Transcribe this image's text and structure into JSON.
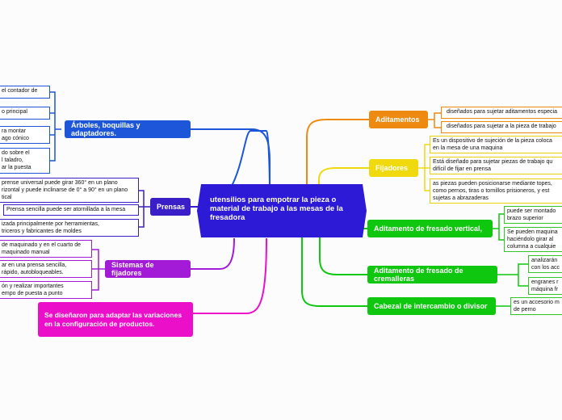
{
  "central": {
    "label": "utensilios para empotrar la pieza o material de trabajo a las mesas de la fresadora"
  },
  "left": {
    "arboles": {
      "label": "Árboles, boquillas y adaptadores.",
      "children": [
        "el contador de",
        "o principal",
        "ra montar\nago cónico",
        "do sobre el\nl taladro,\nar la puesta"
      ]
    },
    "prensas": {
      "label": "Prensas",
      "children": [
        "prense universal puede girar 360° en un plano\nrizontal y puede inclinarse de 0° a 90° en un plano\ntical",
        "Prensa sencilla puede ser atornillada a la mesa",
        "izada principalmente por herramientas,\ntriceros y fabricantes de moldes"
      ]
    },
    "sistemas": {
      "label": "Sistemas de fijadores",
      "children": [
        "de maquinado y en el cuarto de\nmaquinado manual",
        "ar en una prensa sencilla,\nrápido, autobloqueables.",
        "ón y realizar importantes\nempo de puesta a punto"
      ]
    },
    "disenaron": {
      "label": "Se diseñaron para adaptar las variaciones en la configuración de productos."
    }
  },
  "right": {
    "aditamentos": {
      "label": "Aditamentos",
      "children": [
        "diseñados para sujetar aditamentos especia",
        "diseñados para sujetar a la pieza de trabajo"
      ]
    },
    "fijadores": {
      "label": "Fijadores",
      "children": [
        "Es un dispositivo de sujeción de la pieza coloca\nen la mesa de una maquina",
        "Está diseñado para sujetar piezas de trabajo qu\ndifícil de fijar en prensa",
        "as piezas pueden posicionarse mediante topes,\ncomo pernos, tiras o tornillos prisioneros, y est\nsujetas a abrazaderas"
      ]
    },
    "vertical": {
      "label": "Aditamento de fresado vertical,",
      "children": [
        "puede ser montado\nbrazo superior",
        "Se pueden maquina\nhaciéndolo girar al\ncolumna a cualquie"
      ]
    },
    "cremalleras": {
      "label": "Aditamento de fresado de cremalleras",
      "children": [
        "analizarán\ncon los acc",
        "engranes r\nmáquina fr"
      ]
    },
    "cabezal": {
      "label": "Cabezal de intercambio o divisor",
      "children": [
        "es un accesorio m\nde perno"
      ]
    }
  },
  "colors": {
    "central": "#2c1ad6",
    "arboles": "#1d56d8",
    "prensas": "#3a1fc8",
    "sistemas": "#a31bd6",
    "disenaron": "#ec0fc9",
    "aditamentos": "#ee8a12",
    "fijadores": "#f0d90c",
    "green": "#0ec70e"
  }
}
